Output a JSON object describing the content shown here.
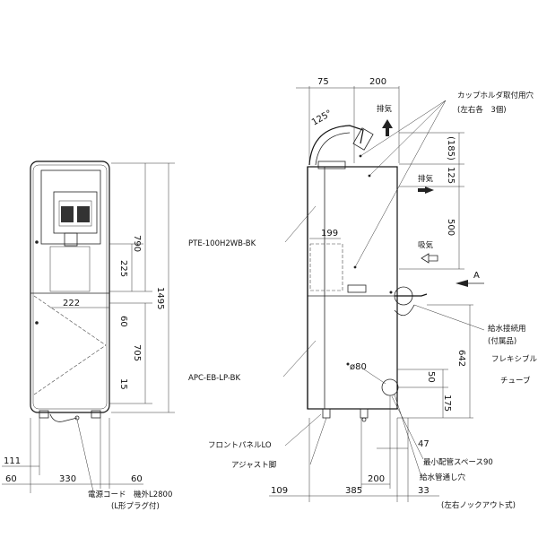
{
  "front": {
    "dims": {
      "h790": "790",
      "h1495": "1495",
      "h225": "225",
      "w222": "222",
      "h60": "60",
      "h705": "705",
      "h15": "15",
      "w111": "111",
      "w60a": "60",
      "w330": "330",
      "w60b": "60"
    },
    "power_cord": "電源コード　機外L2800",
    "plug": "(L形プラグ付)"
  },
  "side": {
    "dims": {
      "w75": "75",
      "w200top": "200",
      "ang125": "125°",
      "h185": "(185)",
      "h125": "125",
      "h500": "500",
      "w199": "199",
      "h642": "642",
      "h50": "50",
      "h175": "175",
      "dia80": "ø80",
      "w47": "47",
      "w200bot": "200",
      "w109": "109",
      "w385": "385",
      "w33": "33"
    },
    "labels": {
      "exhaust1": "排気",
      "exhaust2": "排気",
      "intake": "吸気",
      "arrow_a": "A",
      "cup_holder": "カップホルダ取付用穴",
      "cup_holder_sub": "(左右各　3個)",
      "model_top": "PTE-100H2WB-BK",
      "model_bottom": "APC-EB-LP-BK",
      "water_conn": "給水接続用",
      "water_conn_sub": "(付属品)",
      "flexible": "フレキシブル",
      "tube": "チューブ",
      "front_panel": "フロントパネルLO",
      "adjuster": "アジャスト脚",
      "min_space": "最小配管スペース90",
      "pipe_hole": "給水管通し穴",
      "knockout": "(左右ノックアウト式)"
    }
  }
}
